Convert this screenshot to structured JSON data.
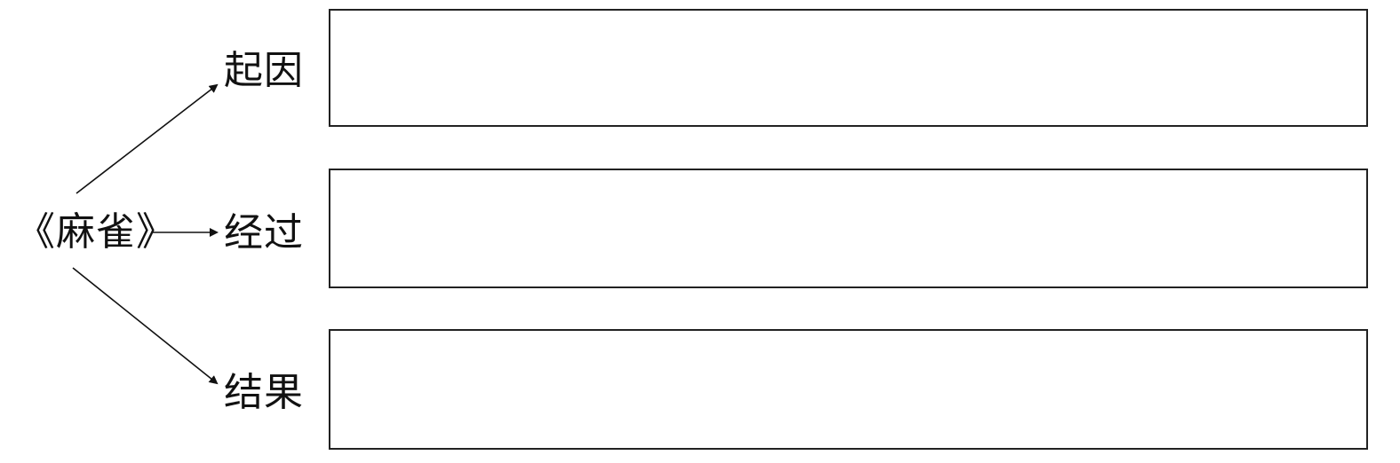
{
  "diagram": {
    "root": {
      "label": "《麻雀》"
    },
    "branches": [
      {
        "label": "起因",
        "answer": ""
      },
      {
        "label": "经过",
        "answer": ""
      },
      {
        "label": "结果",
        "answer": ""
      }
    ]
  }
}
